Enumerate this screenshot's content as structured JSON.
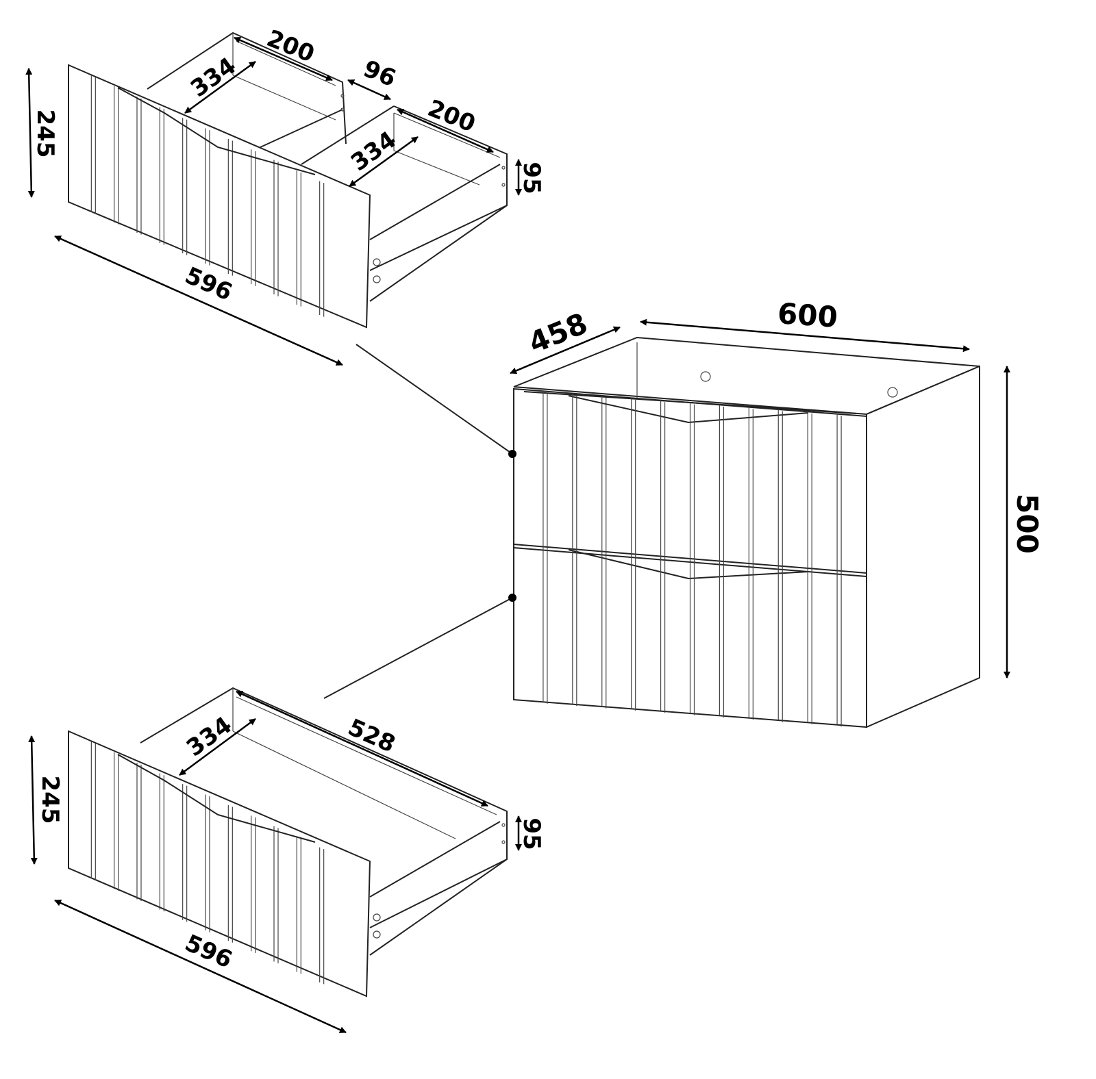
{
  "top_drawer": {
    "front_width": "596",
    "front_height": "245",
    "side_height": "95",
    "compartment_left_depth": "200",
    "compartment_left_width": "334",
    "divider_gap": "96",
    "compartment_right_depth": "200",
    "compartment_right_width": "334"
  },
  "bottom_drawer": {
    "front_width": "596",
    "front_height": "245",
    "side_height": "95",
    "inner_width": "334",
    "inner_depth": "528"
  },
  "cabinet": {
    "depth": "458",
    "width": "600",
    "height": "500"
  }
}
